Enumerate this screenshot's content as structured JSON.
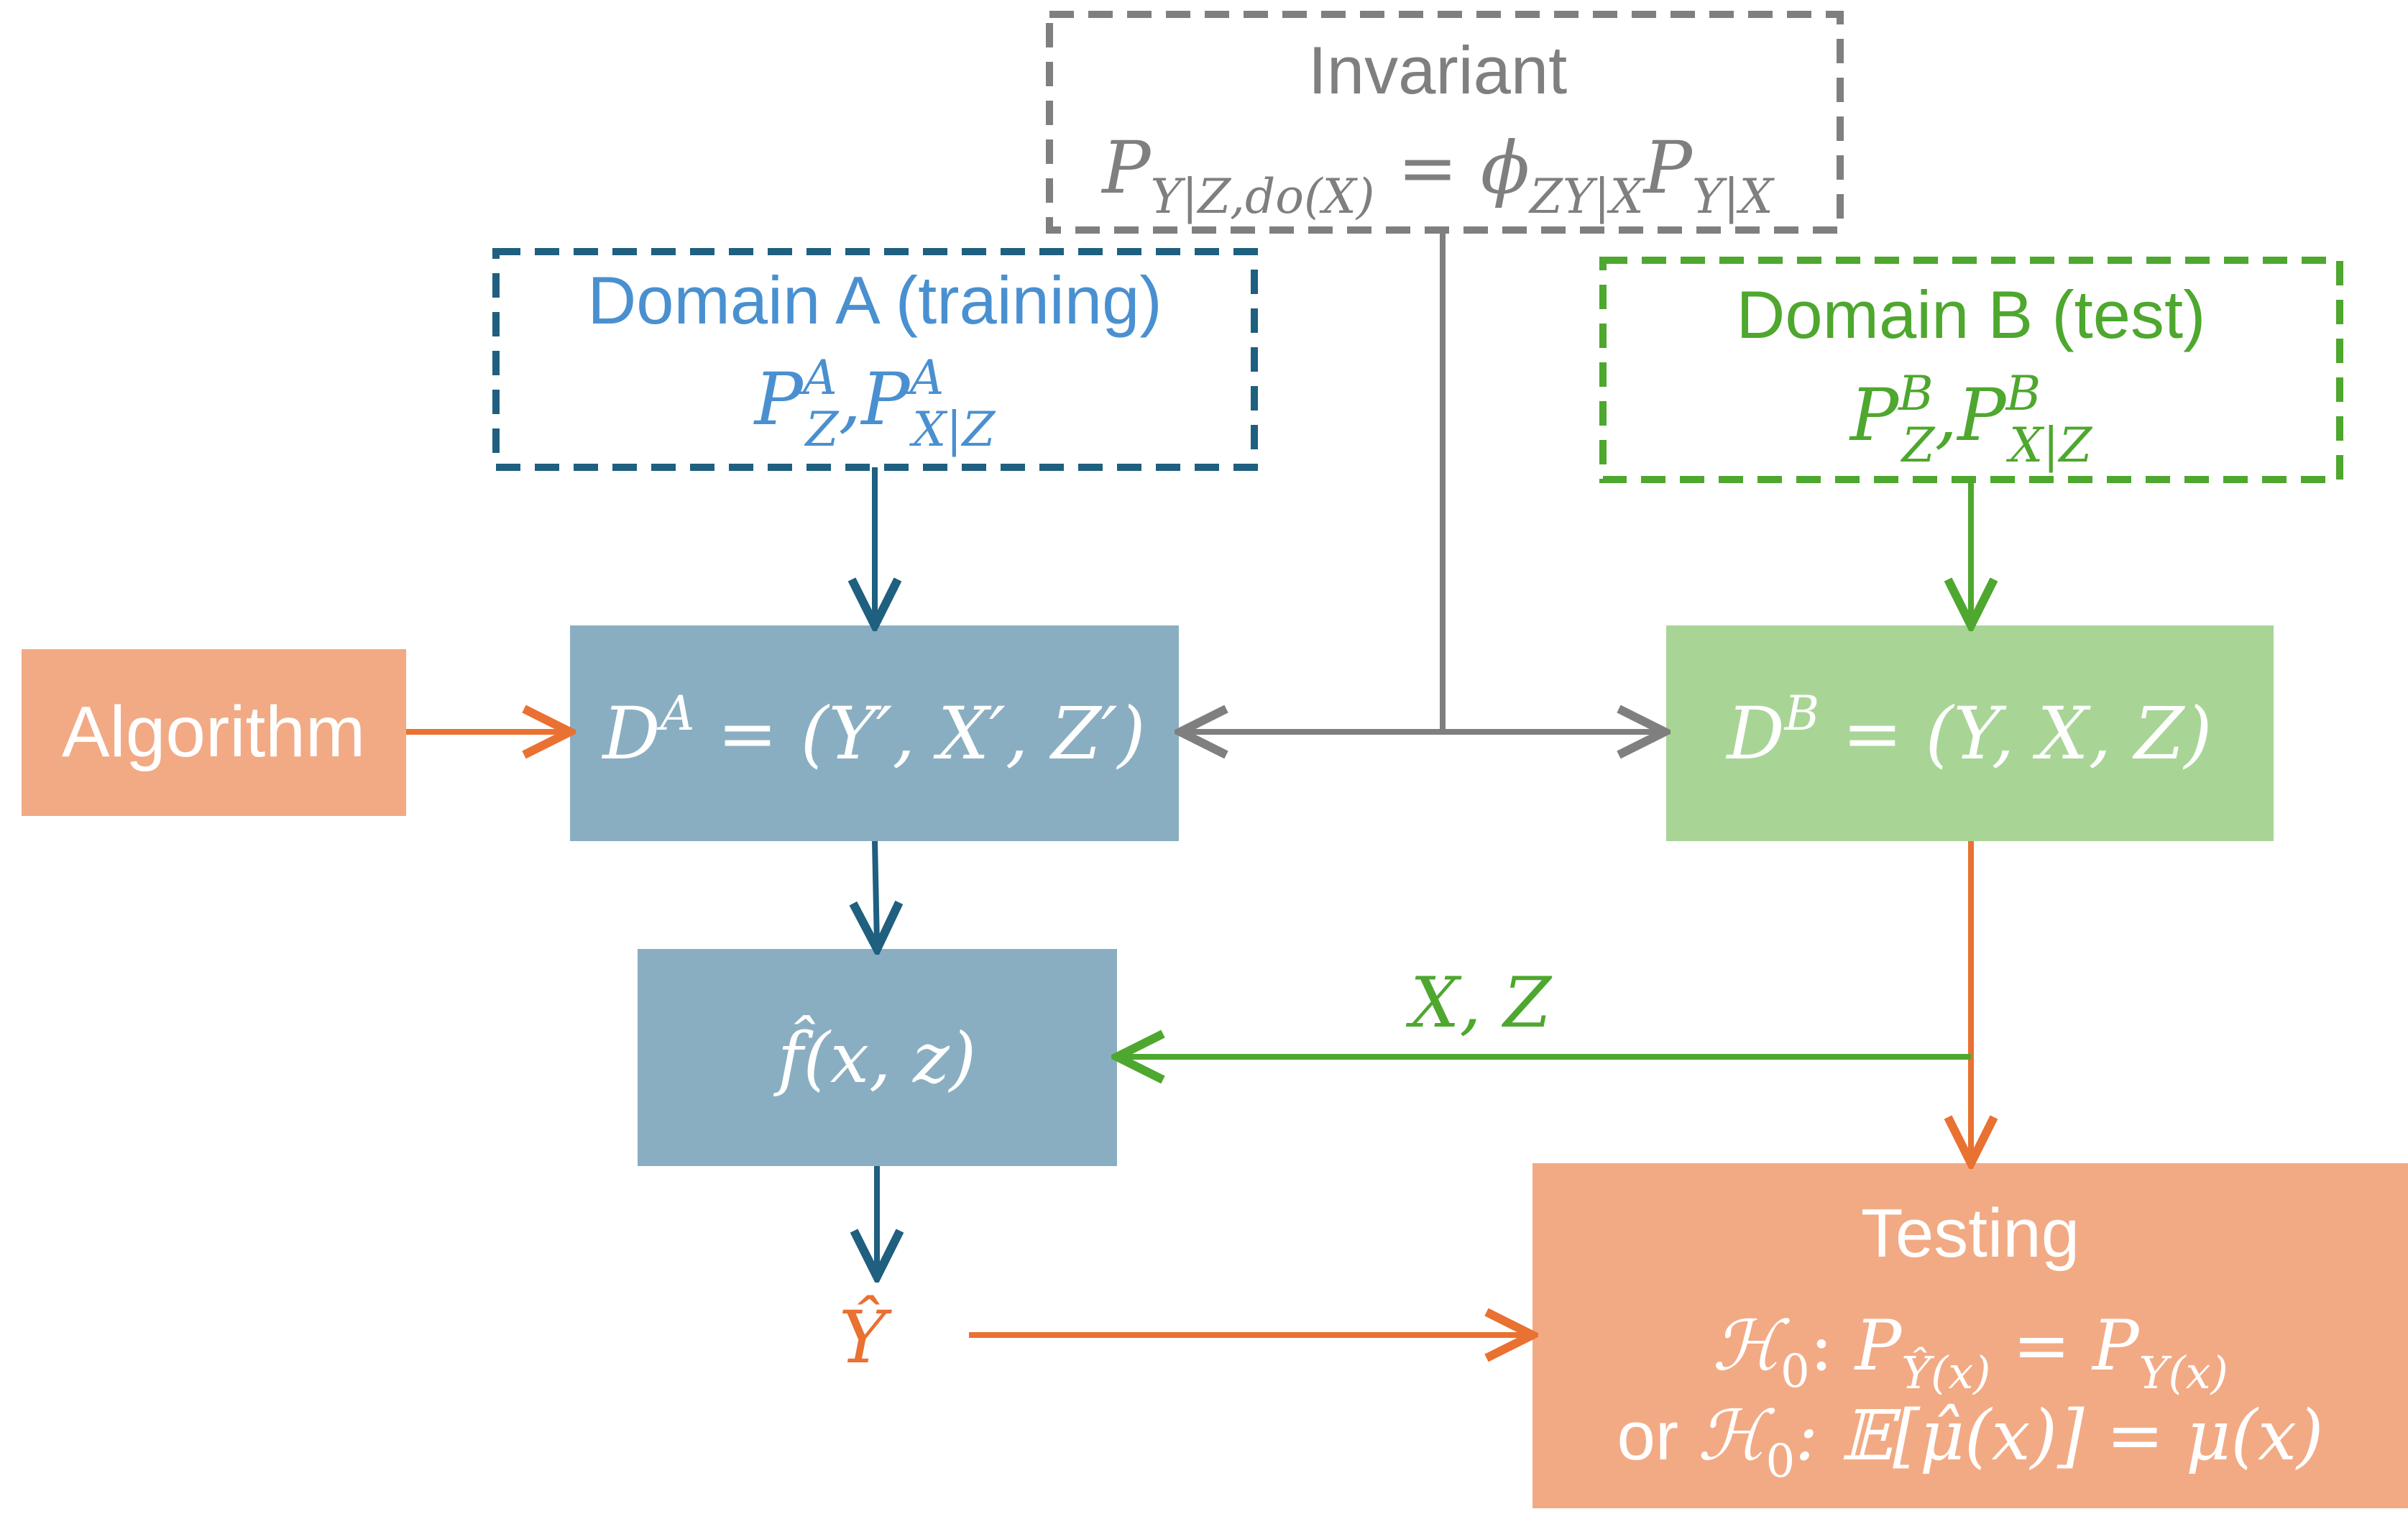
{
  "colors": {
    "grey": "#7f7f7f",
    "domain_a": "#1f5f7f",
    "domain_a_text": "#4a90d0",
    "domain_b": "#4ea72e",
    "orange_box": "#f2aa84",
    "orange_line": "#e97132",
    "blue_box": "#8aaec1",
    "green_box": "#a8d596",
    "white": "#ffffff"
  },
  "invariant": {
    "title": "Invariant",
    "P": "P",
    "sub_left": "Y|Z,do(X)",
    "equals": " = ",
    "phi": "ϕ",
    "phi_sub": "ZY|X",
    "P2": "P",
    "sub_right": "Y|X"
  },
  "domain_a": {
    "title": "Domain A (training)",
    "P1": "P",
    "sup1": "A",
    "sub1": "Z",
    "comma": ",",
    "P2": "P",
    "sup2": "A",
    "sub2": "X|Z"
  },
  "domain_b": {
    "title": "Domain B (test)",
    "P1": "P",
    "sup1": "B",
    "sub1": "Z",
    "comma": ",",
    "P2": "P",
    "sup2": "B",
    "sub2": "X|Z"
  },
  "algorithm": {
    "label": "Algorithm"
  },
  "data_a": {
    "D": "D",
    "sup": "A",
    "rest": " = (Y′, X′, Z′)"
  },
  "data_b": {
    "D": "D",
    "sup": "B",
    "rest": " = (Y, X, Z)"
  },
  "model": {
    "label": "f̂(x, z)"
  },
  "xz_label": "X, Z",
  "y_hat": "Ŷ",
  "testing": {
    "title": "Testing",
    "line1_H": "ℋ",
    "line1_sub0": "0",
    "line1_colon": ": ",
    "line1_P": "P",
    "line1_sub": "Ŷ(x)",
    "line1_eq": " = ",
    "line1_P2": "P",
    "line1_sub2": "Y(x)",
    "line2_or": "or ",
    "line2_H": "ℋ",
    "line2_sub0": "0",
    "line2_expr": ": 𝔼[μ̂(x)] = μ(x)"
  }
}
